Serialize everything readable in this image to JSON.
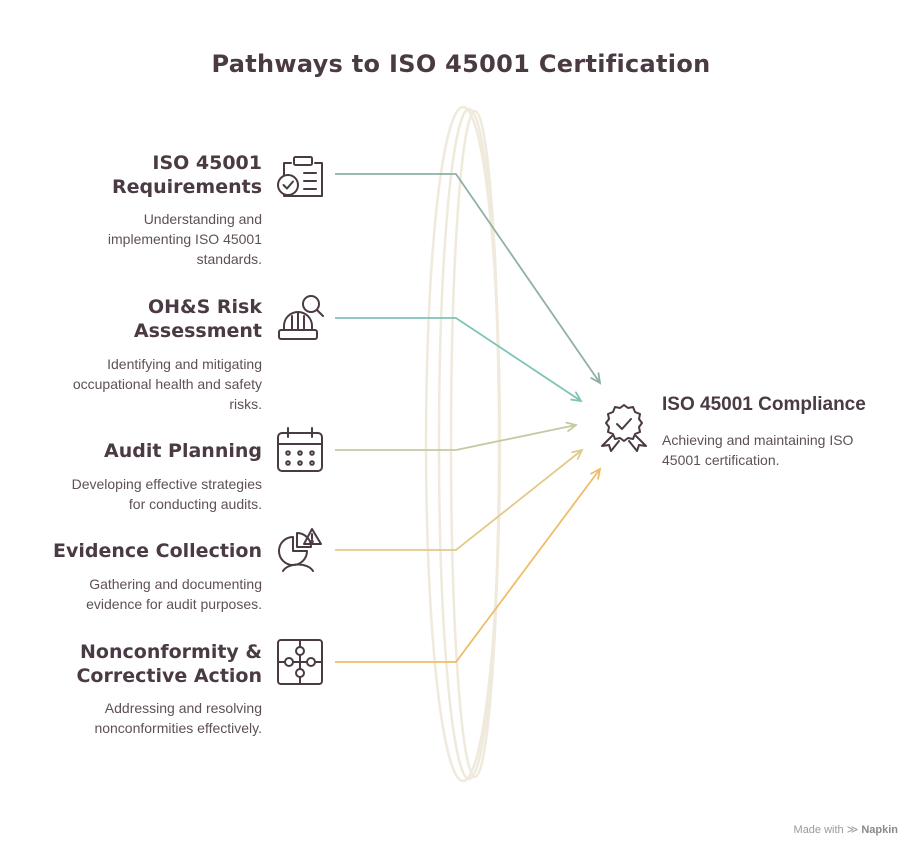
{
  "title": "Pathways to ISO 45001 Certification",
  "stages": [
    {
      "title": "ISO 45001\nRequirements",
      "description": "Understanding and\nimplementing ISO 45001\nstandards.",
      "icon": "clipboard-check-icon",
      "color": "#8fb0a6"
    },
    {
      "title": "OH&S Risk\nAssessment",
      "description": "Identifying and mitigating\noccupational health and safety\nrisks.",
      "icon": "hardhat-search-icon",
      "color": "#7fc3b7"
    },
    {
      "title": "Audit Planning",
      "description": "Developing effective strategies\nfor conducting audits.",
      "icon": "calendar-icon",
      "color": "#c6c9a0"
    },
    {
      "title": "Evidence Collection",
      "description": "Gathering and documenting\nevidence for audit purposes.",
      "icon": "chart-alert-person-icon",
      "color": "#e3c98a"
    },
    {
      "title": "Nonconformity &\nCorrective Action",
      "description": "Addressing and resolving\nnonconformities effectively.",
      "icon": "puzzle-icon",
      "color": "#f0bc6a"
    }
  ],
  "goal": {
    "title": "ISO 45001 Compliance",
    "description": "Achieving and maintaining ISO\n45001 certification.",
    "icon": "award-badge-icon"
  },
  "footer": {
    "made_with": "Made with",
    "brand": "Napkin"
  },
  "colors": {
    "text": "#4a3a43",
    "icon": "#4a3a43",
    "lens": "#efeadb"
  }
}
